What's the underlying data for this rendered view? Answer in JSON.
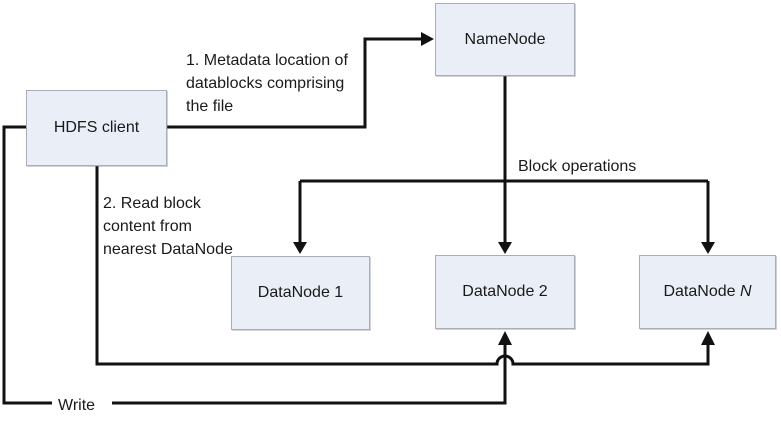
{
  "nodes": {
    "hdfs_client": {
      "label": "HDFS client"
    },
    "namenode": {
      "label": "NameNode"
    },
    "datanode1": {
      "label": "DataNode 1"
    },
    "datanode2": {
      "label": "DataNode 2"
    },
    "datanode_n": {
      "label": "DataNode ",
      "label_italic": "N"
    }
  },
  "labels": {
    "metadata": {
      "line1": "1. Metadata location of",
      "line2": "datablocks comprising",
      "line3": "the file"
    },
    "read": {
      "line1": "2. Read block",
      "line2": "content from",
      "line3": "nearest DataNode"
    },
    "block_operations": "Block operations",
    "write": "Write"
  },
  "colors": {
    "node_fill": "#e9eef7",
    "node_border": "#a9aeb5",
    "line": "#111111",
    "text": "#1a1a1a",
    "background": "#ffffff"
  }
}
